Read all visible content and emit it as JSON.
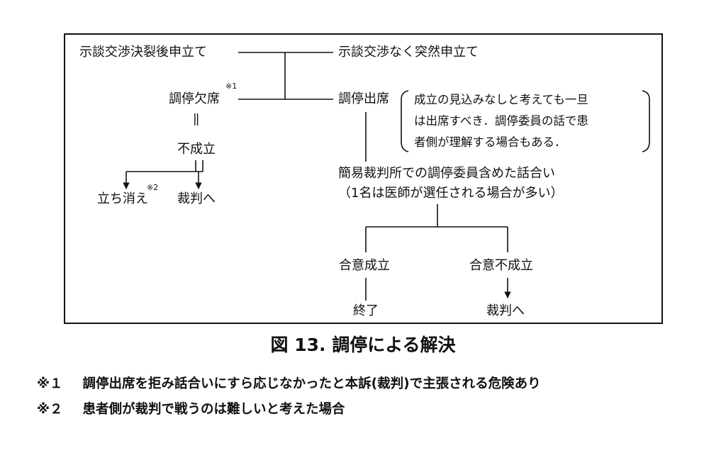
{
  "nodes": {
    "ketsuretsu": "示談交渉決裂後申立て",
    "totsuzen": "示談交渉なく突然申立て",
    "kesseki": "調停欠席",
    "mark1": "※1",
    "shusseki": "調停出席",
    "equal": "||",
    "fuseiritsu": "不成立",
    "tachikie": "立ち消え",
    "mark2": "※2",
    "saiban_left": "裁判へ",
    "hanashiai_line1": "簡易裁判所での調停委員含めた話合い",
    "hanashiai_line2": "（1名は医師が選任される場合が多い）",
    "goi_seiritsu": "合意成立",
    "goi_fuseiritsu": "合意不成立",
    "shuryo": "終了",
    "saiban_right": "裁判へ"
  },
  "note": {
    "line1": "成立の見込みなしと考えても一旦",
    "line2": "は出席すべき．調停委員の話で患",
    "line3": "者側が理解する場合もある．"
  },
  "caption": "図 13.  調停による解決",
  "footnotes": [
    {
      "mark": "※１",
      "text": "調停出席を拒み話合いにすら応じなかったと本訴(裁判)で主張される危険あり"
    },
    {
      "mark": "※２",
      "text": "患者側が裁判で戦うのは難しいと考えた場合"
    }
  ]
}
